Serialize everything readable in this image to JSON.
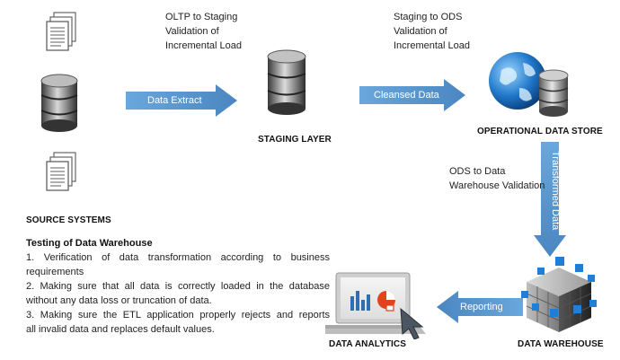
{
  "notes": {
    "oltp": [
      "OLTP to Staging",
      "Validation of",
      "Incremental Load"
    ],
    "staging_to_ods": [
      "Staging to ODS",
      "Validation of",
      "Incremental Load"
    ],
    "ods_to_dw": [
      "ODS to Data",
      "Warehouse Validation"
    ]
  },
  "arrows": {
    "data_extract": "Data Extract",
    "cleansed_data": "Cleansed Data",
    "transformed_data": "Transformed Data",
    "reporting": "Reporting"
  },
  "labels": {
    "source_systems": "SOURCE SYSTEMS",
    "staging_layer": "STAGING LAYER",
    "ods": "OPERATIONAL DATA STORE",
    "data_warehouse": "DATA WAREHOUSE",
    "data_analytics": "DATA ANALYTICS"
  },
  "testing": {
    "title": "Testing of Data Warehouse",
    "lines": [
      "1. Verification of data transformation according to business",
      "requirements",
      "2. Making sure that all data is correctly loaded in the database",
      "without any data loss or truncation of data.",
      "3. Making sure the ETL application properly rejects and reports",
      "all invalid data and replaces default values."
    ]
  },
  "colors": {
    "arrow": "#5b9bd5",
    "arrow_dark": "#4a86c0",
    "db_dark": "#3a3a3a",
    "cube_blue": "#1f7fd6"
  }
}
